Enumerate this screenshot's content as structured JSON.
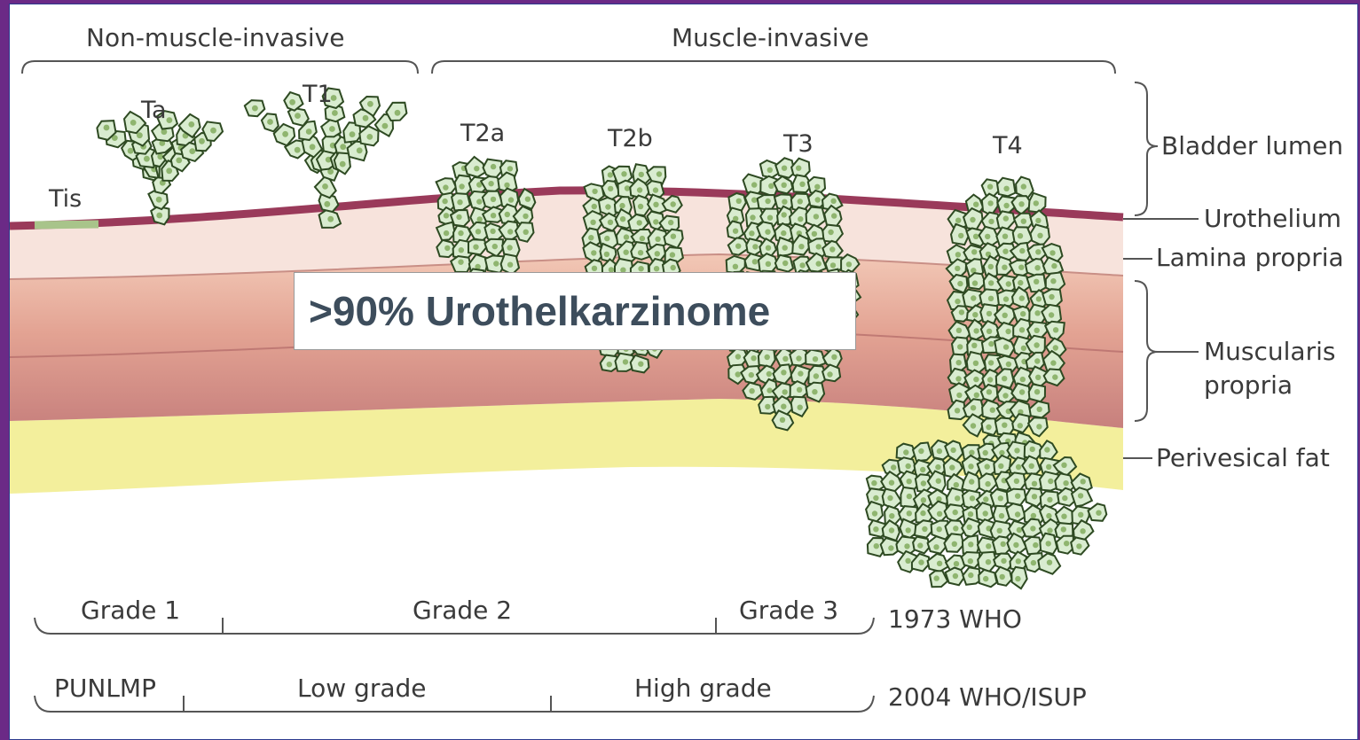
{
  "colors": {
    "urothelium": "#9a3a5a",
    "tis_segment": "#a8c48a",
    "lamina": "#f7e3dc",
    "muscularis_light": "#eab3a0",
    "muscularis_dark": "#c27a78",
    "fat": "#f3ef9c",
    "tumor_fill": "#d9ecd0",
    "tumor_stroke": "#2e4a22",
    "nucleus": "#8fb56f",
    "text": "#3a3a3a",
    "banner_text": "#3d4d5c"
  },
  "headers": {
    "non_muscle": "Non-muscle-invasive",
    "muscle": "Muscle-invasive"
  },
  "stages": {
    "tis": "Tis",
    "ta": "Ta",
    "t1": "T1",
    "t2a": "T2a",
    "t2b": "T2b",
    "t3": "T3",
    "t4": "T4"
  },
  "layers": {
    "bladder_lumen": "Bladder lumen",
    "urothelium": "Urothelium",
    "lamina_propria": "Lamina propria",
    "muscularis_line1": "Muscularis",
    "muscularis_line2": "propria",
    "perivesical_fat": "Perivesical fat"
  },
  "banner": ">90% Urothelkarzinome",
  "grading_1973": {
    "grades": [
      "Grade 1",
      "Grade 2",
      "Grade 3"
    ],
    "system": "1973 WHO"
  },
  "grading_2004": {
    "grades": [
      "PUNLMP",
      "Low grade",
      "High grade"
    ],
    "system": "2004 WHO/ISUP"
  }
}
